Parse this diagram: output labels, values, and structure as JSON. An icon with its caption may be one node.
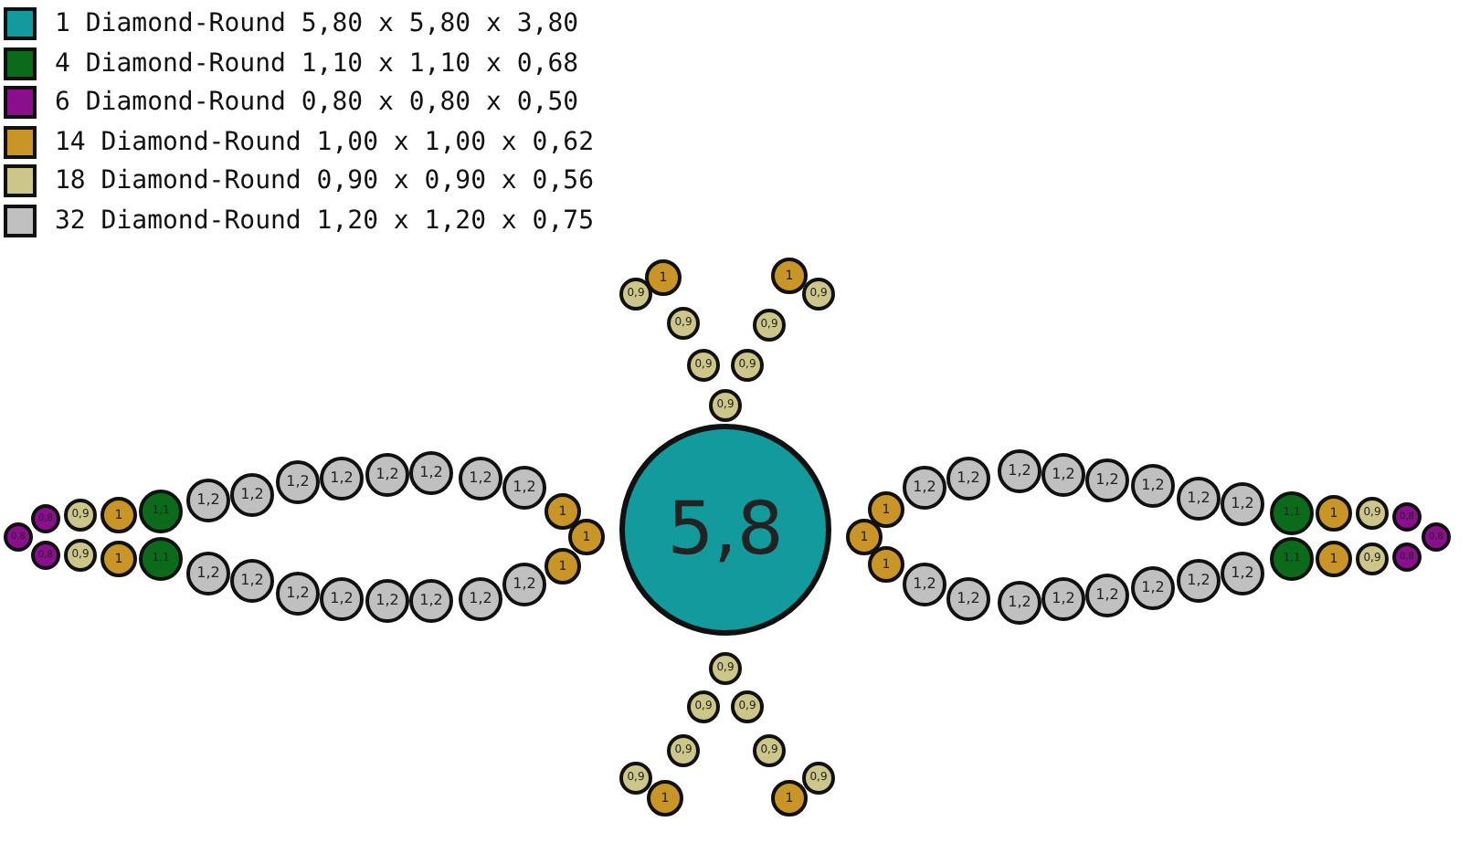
{
  "diagram": {
    "nodes": [
      {
        "text": [
          "0,9"
        ]
      },
      {
        "text": [
          "1"
        ]
      },
      {
        "text": [
          "1"
        ]
      },
      {
        "text": [
          "0,9"
        ]
      },
      {
        "text": [
          "0,9"
        ]
      },
      {
        "text": [
          "0,9"
        ]
      },
      {
        "text": [
          "0,9"
        ]
      },
      {
        "text": [
          "0,9"
        ]
      },
      {
        "text": [
          "0,9"
        ]
      },
      {
        "text": [
          "0,8"
        ]
      },
      {
        "text": [
          "0,8"
        ]
      },
      {
        "text": [
          "0,8"
        ]
      },
      {
        "text": [
          "0,9"
        ]
      },
      {
        "text": [
          "0,9"
        ]
      },
      {
        "text": [
          "1"
        ]
      },
      {
        "text": [
          "1"
        ]
      },
      {
        "text": [
          "1,1"
        ]
      },
      {
        "text": [
          "1,1"
        ]
      },
      {
        "text": [
          "1,2"
        ]
      },
      {
        "text": [
          "1,2"
        ]
      },
      {
        "text": [
          "1,2"
        ]
      },
      {
        "text": [
          "1,2"
        ]
      },
      {
        "text": [
          "1,2"
        ]
      },
      {
        "text": [
          "1,2"
        ]
      },
      {
        "text": [
          "1,2"
        ]
      },
      {
        "text": [
          "1,2"
        ]
      },
      {
        "text": [
          "1,2"
        ]
      },
      {
        "text": [
          "1,2"
        ]
      },
      {
        "text": [
          "1,2"
        ]
      },
      {
        "text": [
          "1,2"
        ]
      },
      {
        "text": [
          "1,2"
        ]
      },
      {
        "text": [
          "1,2"
        ]
      },
      {
        "text": [
          "1,2"
        ]
      },
      {
        "text": [
          "1,2"
        ]
      },
      {
        "text": [
          "1"
        ]
      },
      {
        "text": [
          "1"
        ]
      },
      {
        "text": [
          "1"
        ]
      },
      {
        "text": [
          "5,8"
        ]
      },
      {
        "text": [
          "1"
        ]
      },
      {
        "text": [
          "1"
        ]
      },
      {
        "text": [
          "1"
        ]
      },
      {
        "text": [
          "1,2"
        ]
      },
      {
        "text": [
          "1,2"
        ]
      },
      {
        "text": [
          "1,2"
        ]
      },
      {
        "text": [
          "1,2"
        ]
      },
      {
        "text": [
          "1,2"
        ]
      },
      {
        "text": [
          "1,2"
        ]
      },
      {
        "text": [
          "1,2"
        ]
      },
      {
        "text": [
          "1,2"
        ]
      },
      {
        "text": [
          "1,2"
        ]
      },
      {
        "text": [
          "1,2"
        ]
      },
      {
        "text": [
          "1,2"
        ]
      },
      {
        "text": [
          "1,2"
        ]
      },
      {
        "text": [
          "1,2"
        ]
      },
      {
        "text": [
          "1,2"
        ]
      },
      {
        "text": [
          "1,2"
        ]
      },
      {
        "text": [
          "1,2"
        ]
      },
      {
        "text": [
          "1,1"
        ]
      },
      {
        "text": [
          "1,1"
        ]
      },
      {
        "text": [
          "1"
        ]
      },
      {
        "text": [
          "1"
        ]
      },
      {
        "text": [
          "0,9"
        ]
      },
      {
        "text": [
          "0,9"
        ]
      },
      {
        "text": [
          "0,8"
        ]
      },
      {
        "text": [
          "0,8"
        ]
      },
      {
        "text": [
          "0,8"
        ]
      },
      {
        "text": [
          "0,9"
        ]
      },
      {
        "text": [
          "0,9"
        ]
      },
      {
        "text": [
          "0,9"
        ]
      },
      {
        "text": [
          "0,9"
        ]
      },
      {
        "text": [
          "0,9"
        ]
      },
      {
        "text": [
          "0,9"
        ]
      },
      {
        "text": [
          "1"
        ]
      },
      {
        "text": [
          "1"
        ]
      },
      {
        "text": [
          "0,9"
        ]
      }
    ],
    "legend": [
      {
        "text": "1 Diamond-Round 5,80 x 5,80 x 3,80",
        "color": "#139a9c"
      },
      {
        "text": "4 Diamond-Round 1,10 x 1,10 x 0,68",
        "color": "#0b6b1a"
      },
      {
        "text": "6 Diamond-Round 0,80 x 0,80 x 0,50",
        "color": "#8a0f8c"
      },
      {
        "text": "14 Diamond-Round 1,00 x 1,00 x 0,62",
        "color": "#c99527"
      },
      {
        "text": "18 Diamond-Round 0,90 x 0,90 x 0,56",
        "color": "#cdc68a"
      },
      {
        "text": "32 Diamond-Round 1,20 x 1,20 x 0,75",
        "color": "#c0c0c0"
      }
    ]
  }
}
